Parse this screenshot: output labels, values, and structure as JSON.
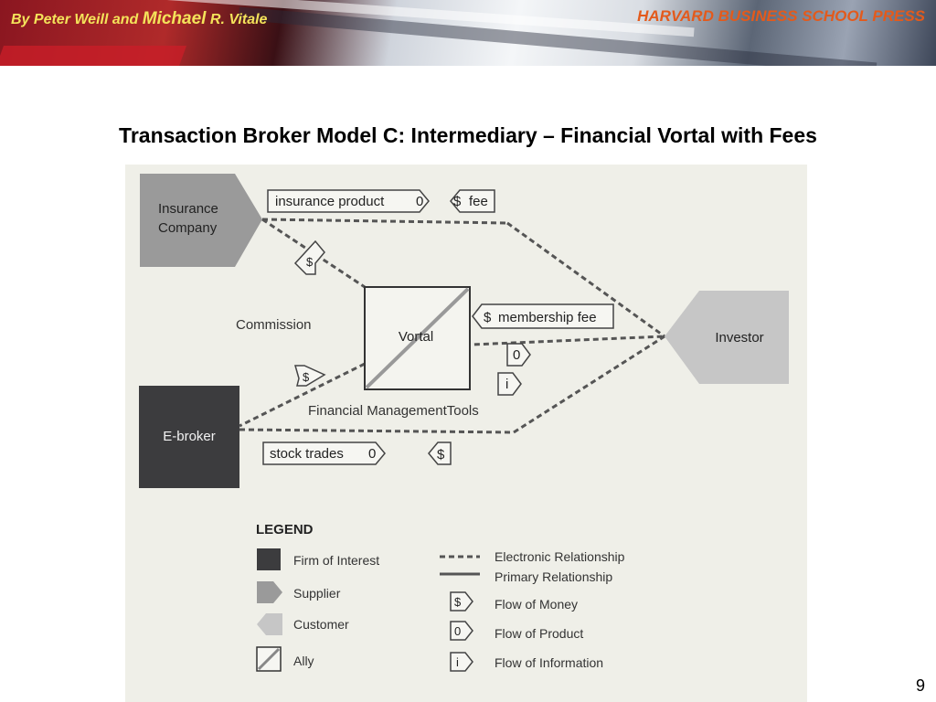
{
  "header": {
    "authors_pre": "By Peter Weill and ",
    "authors_big": "Michael",
    "authors_post": " R. Vitale",
    "publisher": "HARVARD BUSINESS SCHOOL PRESS"
  },
  "slide": {
    "title": "Transaction Broker Model C: Intermediary – Financial Vortal with Fees",
    "page_number": "9"
  },
  "diagram": {
    "nodes": {
      "insurance_line1": "Insurance",
      "insurance_line2": "Company",
      "ebroker": "E-broker",
      "investor": "Investor",
      "vortal": "Vortal"
    },
    "labels": {
      "commission": "Commission",
      "fmt": "Financial ManagementTools"
    },
    "flows": {
      "insurance_product": "insurance product",
      "fee": "fee",
      "membership_fee": "membership fee",
      "stock_trades": "stock trades",
      "money_symbol": "$",
      "product_symbol": "0",
      "info_symbol": "i"
    },
    "legend": {
      "title": "LEGEND",
      "firm": "Firm of Interest",
      "supplier": "Supplier",
      "customer": "Customer",
      "ally": "Ally",
      "electronic": "Electronic Relationship",
      "primary": "Primary Relationship",
      "money": "Flow of Money",
      "product": "Flow of Product",
      "information": "Flow of Information"
    }
  },
  "colors": {
    "firm": "#3c3c3e",
    "supplier": "#9a9a9a",
    "customer": "#c6c6c6",
    "background": "#efefe8"
  }
}
